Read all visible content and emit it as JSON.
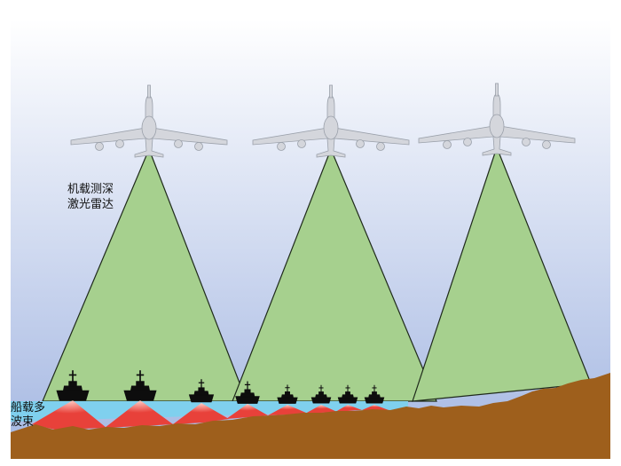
{
  "labels": {
    "airborne_lidar": [
      "机载测深",
      "激光雷达"
    ],
    "shipborne_multibeam": [
      "船载多",
      "波束"
    ]
  },
  "colors": {
    "sky_top": "#ffffff",
    "sky_bottom": "#a4b7e2",
    "lidar_beam": "#a6d08e",
    "lidar_beam_edge": "#1f2a1b",
    "water": "#7fd0ee",
    "seabed": "#9e5f1c",
    "sonar_beam": "#e8413a",
    "ship": "#0d0d0d",
    "aircraft": "#d4d6dc"
  },
  "icons": {
    "aircraft": "aircraft-icon",
    "ship": "ship-icon"
  }
}
